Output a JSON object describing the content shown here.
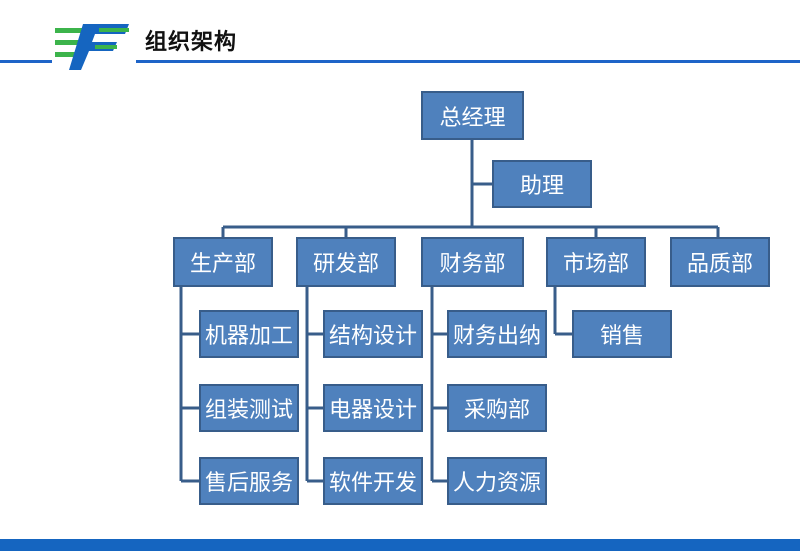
{
  "header": {
    "title": "组织架构",
    "logo_icon": "company-logo-icon",
    "accent_color": "#1e64c8",
    "logo_green": "#3cb44b",
    "logo_blue": "#1565c0"
  },
  "org": {
    "ceo": "总经理",
    "assistant": "助理",
    "departments": [
      {
        "name": "生产部",
        "children": [
          "机器加工",
          "组装测试",
          "售后服务"
        ]
      },
      {
        "name": "研发部",
        "children": [
          "结构设计",
          "电器设计",
          "软件开发"
        ]
      },
      {
        "name": "财务部",
        "children": [
          "财务出纳",
          "采购部",
          "人力资源"
        ]
      },
      {
        "name": "市场部",
        "children": [
          "销售"
        ]
      },
      {
        "name": "品质部",
        "children": []
      }
    ],
    "box_fill": "#4f81bd",
    "box_border": "#385d8a",
    "line_color": "#385d8a"
  }
}
